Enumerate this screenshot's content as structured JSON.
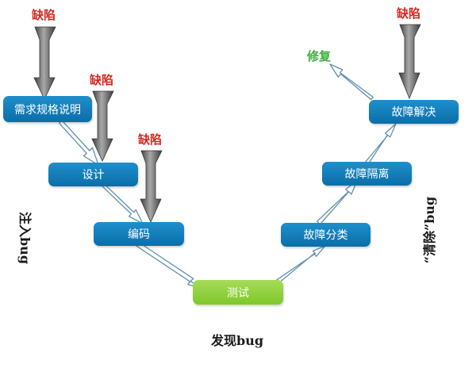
{
  "diagram": {
    "defect_label": "缺陷",
    "fix_label": "修复",
    "process_steps": [
      {
        "id": "requirements",
        "label": "需求规格说明"
      },
      {
        "id": "design",
        "label": "设计"
      },
      {
        "id": "coding",
        "label": "编码"
      },
      {
        "id": "testing",
        "label": "测试"
      },
      {
        "id": "fault-classification",
        "label": "故障分类"
      },
      {
        "id": "fault-isolation",
        "label": "故障隔离"
      },
      {
        "id": "fault-resolution",
        "label": "故障解决"
      }
    ],
    "inject_label": "注入bug",
    "clear_label": "“清除”bug",
    "discover_label": "发现bug",
    "colors": {
      "process_box": "#0b6ea8",
      "test_box": "#7fc72b",
      "defect_text": "#d8261f",
      "fix_text": "#3cae3c",
      "arrow": "#555555"
    }
  }
}
